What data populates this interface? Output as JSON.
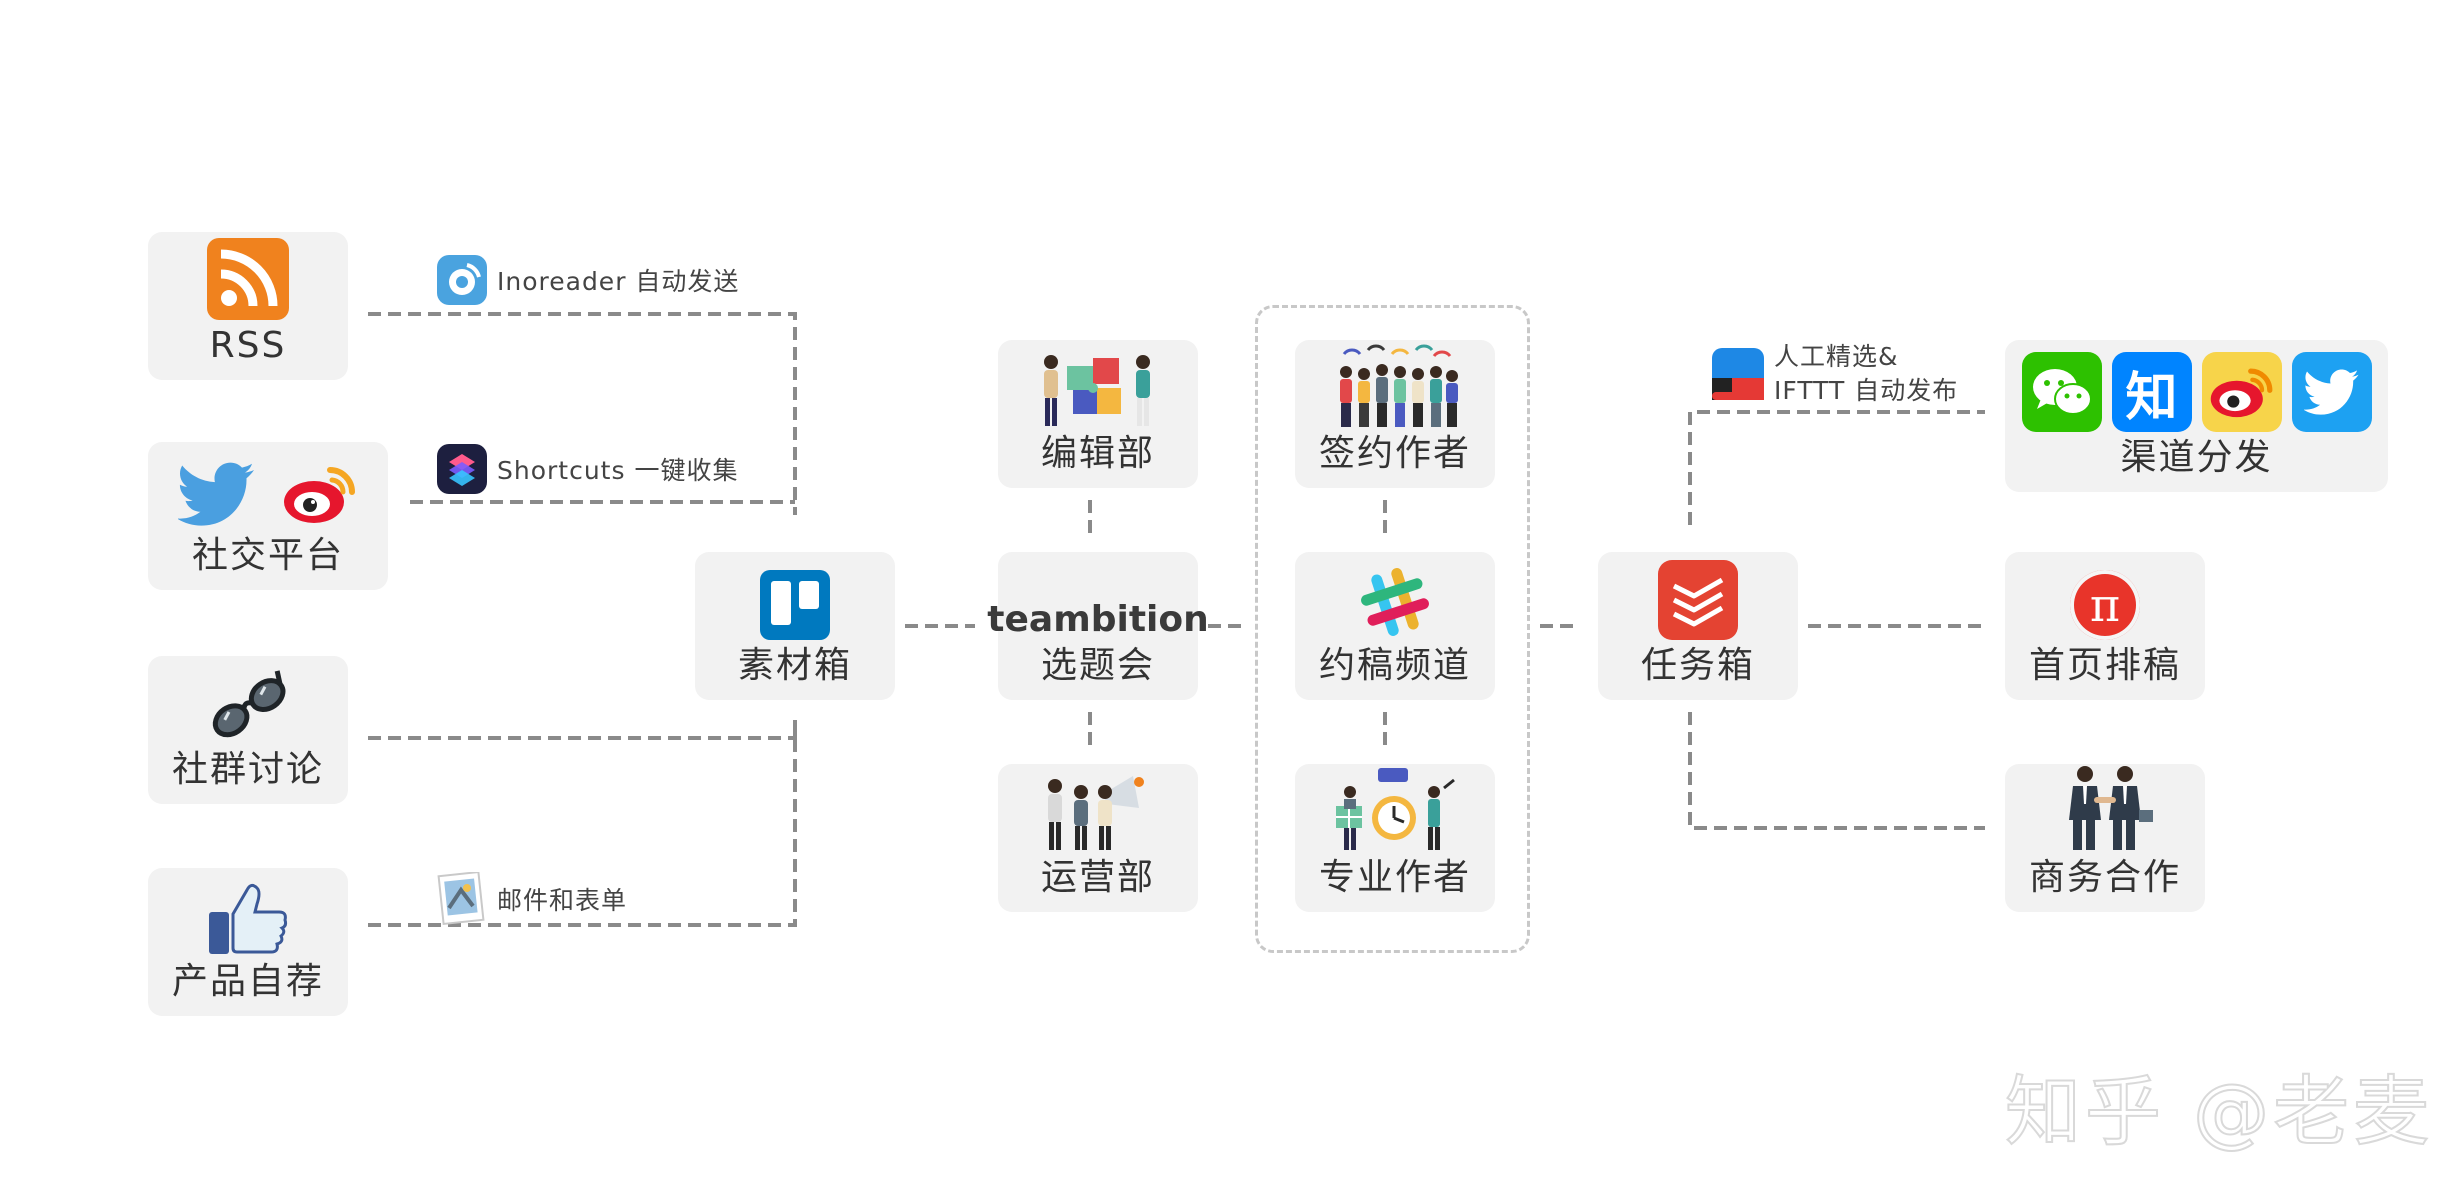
{
  "sources": [
    {
      "id": "rss",
      "label": "RSS",
      "icon": "rss-icon"
    },
    {
      "id": "social",
      "label": "社交平台",
      "icons": [
        "twitter-icon",
        "weibo-icon"
      ]
    },
    {
      "id": "community",
      "label": "社群讨论",
      "icon": "glasses-icon"
    },
    {
      "id": "product",
      "label": "产品自荐",
      "icon": "thumbs-up-icon"
    }
  ],
  "channels": [
    {
      "icon": "inoreader-icon",
      "text": "Inoreader 自动发送"
    },
    {
      "icon": "shortcuts-icon",
      "text": "Shortcuts 一键收集"
    },
    {
      "icon": "mail-icon",
      "text": "邮件和表单"
    }
  ],
  "hub": {
    "label": "素材箱",
    "icon": "trello-icon"
  },
  "meeting": {
    "brand": "teambition",
    "label": "选题会"
  },
  "departments": [
    {
      "label": "编辑部",
      "icon": "puzzle-team-icon"
    },
    {
      "label": "运营部",
      "icon": "megaphone-team-icon"
    }
  ],
  "authors": [
    {
      "label": "签约作者",
      "icon": "crowd-wifi-icon"
    },
    {
      "label": "约稿频道",
      "icon": "slack-icon"
    },
    {
      "label": "专业作者",
      "icon": "clock-team-icon"
    }
  ],
  "task": {
    "label": "任务箱",
    "icon": "todoist-icon"
  },
  "publish_note": {
    "line1": "人工精选&",
    "line2": "IFTTT 自动发布",
    "icon": "ifttt-icon"
  },
  "outputs": [
    {
      "label": "渠道分发",
      "icons": [
        "wechat-icon",
        "zhihu-icon",
        "weibo-icon",
        "twitter-icon"
      ],
      "zhihu_char": "知"
    },
    {
      "label": "首页排稿",
      "icon": "pi-icon",
      "pi_char": "π"
    },
    {
      "label": "商务合作",
      "icon": "handshake-icon"
    }
  ],
  "watermark": "知乎 @老麦",
  "colors": {
    "card_bg": "#f2f2f2",
    "line": "#8a8a8a",
    "rss": "#f0821e",
    "twitter": "#1da1f2",
    "weibo": "#e6162d",
    "trello": "#0079bf",
    "todoist": "#e44332",
    "wechat": "#2dc100",
    "zhihu": "#0084ff",
    "slack_green": "#2eb67d",
    "slack_blue": "#36c5f0",
    "slack_yellow": "#ecb22e",
    "slack_red": "#e01e5a"
  }
}
